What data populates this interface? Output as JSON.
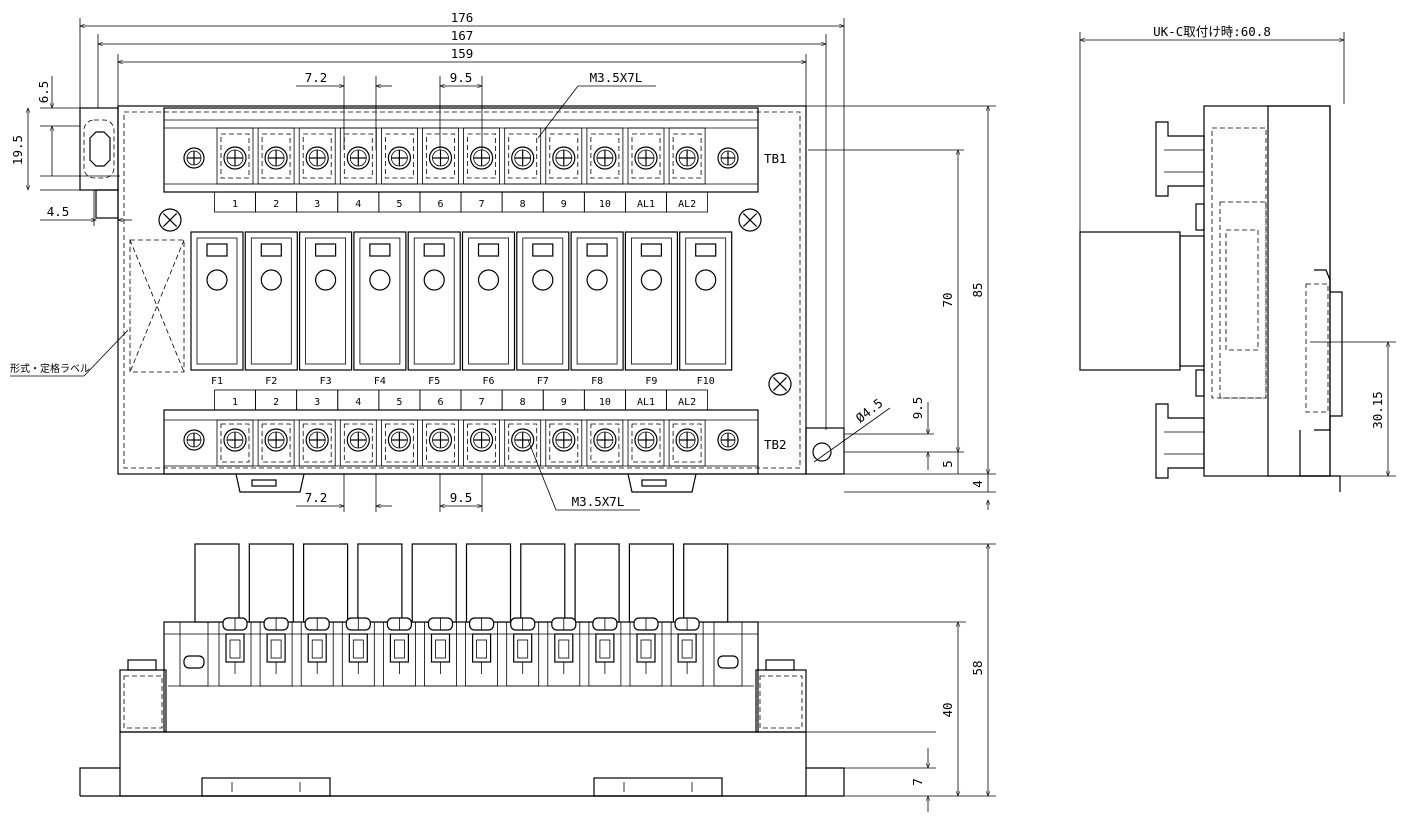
{
  "dimensions": {
    "total_width": "176",
    "mount_width": "167",
    "body_width": "159",
    "pitch_small": "7.2",
    "pitch_large": "9.5",
    "screw_top": "M3.5X7L",
    "screw_bottom": "M3.5X7L",
    "tab_offset": "6.5",
    "tab_height": "19.5",
    "tab_width": "4.5",
    "height_total": "85",
    "height_inner": "70",
    "hole_dia": "Ø4.5",
    "hole_offset": "9.5",
    "hole_bottom": "5",
    "bottom_margin": "4",
    "side_total_height": "58",
    "side_body_height": "40",
    "side_base_height": "7",
    "side_width_uk": "UK-C取付け時:60.8",
    "side_rail_height": "30.15"
  },
  "labels": {
    "tb1": "TB1",
    "tb2": "TB2",
    "label_area": "形式・定格ラベル"
  },
  "terminals": [
    "1",
    "2",
    "3",
    "4",
    "5",
    "6",
    "7",
    "8",
    "9",
    "10",
    "AL1",
    "AL2"
  ],
  "fuses": [
    "F1",
    "F2",
    "F3",
    "F4",
    "F5",
    "F6",
    "F7",
    "F8",
    "F9",
    "F10"
  ]
}
